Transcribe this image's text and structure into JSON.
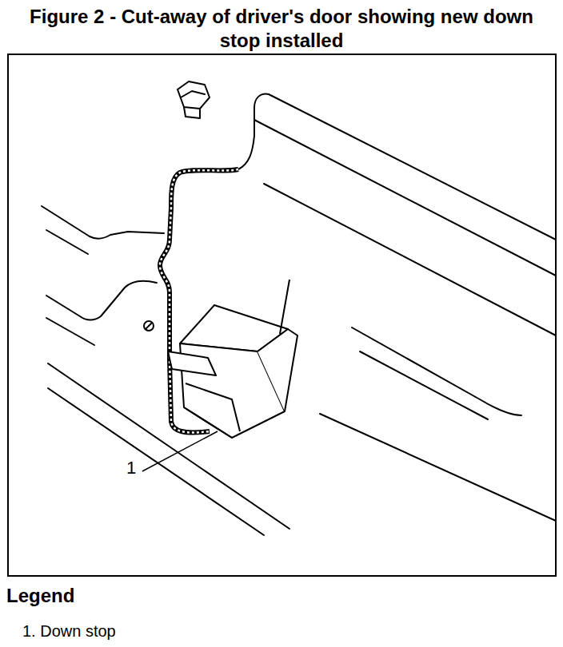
{
  "diagram": {
    "title": "Figure 2 - Cut-away of driver's door showing new down stop installed",
    "labels": [
      "1",
      "Legend"
    ],
    "legend": [
      {
        "text": "1. Down stop"
      }
    ]
  }
}
